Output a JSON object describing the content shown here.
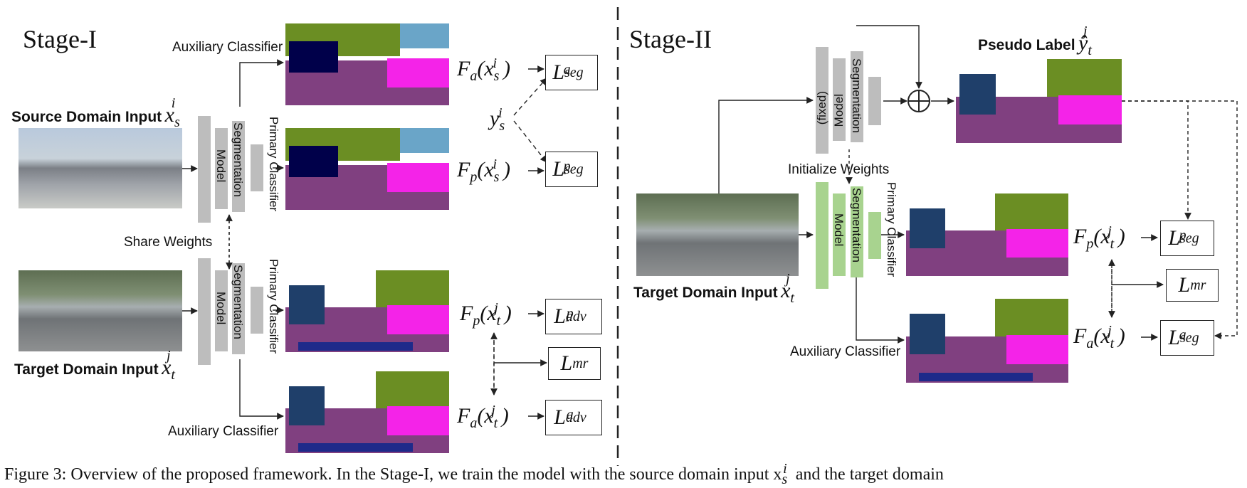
{
  "stage1": {
    "title": "Stage-I",
    "aux_classifier_top": "Auxiliary Classifier",
    "aux_classifier_bottom": "Auxiliary Classifier",
    "source_input": "Source Domain Input",
    "target_input": "Target Domain Input",
    "share_weights": "Share Weights",
    "model": "Model",
    "segmentation": "Segmentation",
    "primary_classifier": "Primary Classifier",
    "y_label": "y",
    "outputs": [
      "F_a(x_s^i)",
      "F_p(x_s^i)",
      "F_p(x_t^j)",
      "F_a(x_t^j)"
    ],
    "losses": [
      "L_seg^a",
      "L_seg^p",
      "L_adv^p",
      "L_mr",
      "L_adv^a"
    ]
  },
  "stage2": {
    "title": "Stage-II",
    "pseudo_label": "Pseudo Label",
    "model": "Model",
    "fixed": "(fixed)",
    "segmentation": "Segmentation",
    "initialize_weights": "Initialize Weights",
    "primary_classifier": "Primary Classifier",
    "target_input": "Target Domain Input",
    "aux_classifier": "Auxiliary Classifier",
    "outputs": [
      "F_p(x_t^j)",
      "F_a(x_t^j)"
    ],
    "losses": [
      "L_seg^p",
      "L_mr",
      "L_seg^a"
    ]
  },
  "caption": "Figure 3: Overview of the proposed framework. In the Stage-I, we train the model with the source domain input x",
  "colors": {
    "gray_block": "#bdbdbd",
    "green_block": "#a8d38f",
    "road": "#804080",
    "vegetation": "#6b8e23",
    "sidewalk": "#f423e8",
    "sky": "#6aa5c8"
  }
}
